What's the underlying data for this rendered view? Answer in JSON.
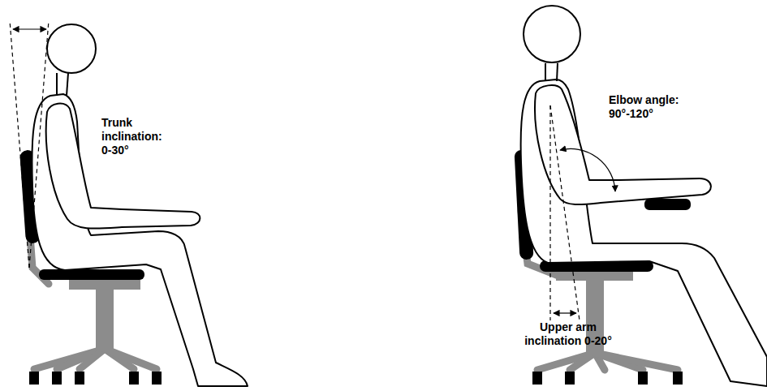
{
  "diagram": {
    "labels": [
      "Trunk inclination: 0-30°",
      "Elbow angle: 90°-120°",
      "Upper arm inclination 0-20°"
    ]
  }
}
